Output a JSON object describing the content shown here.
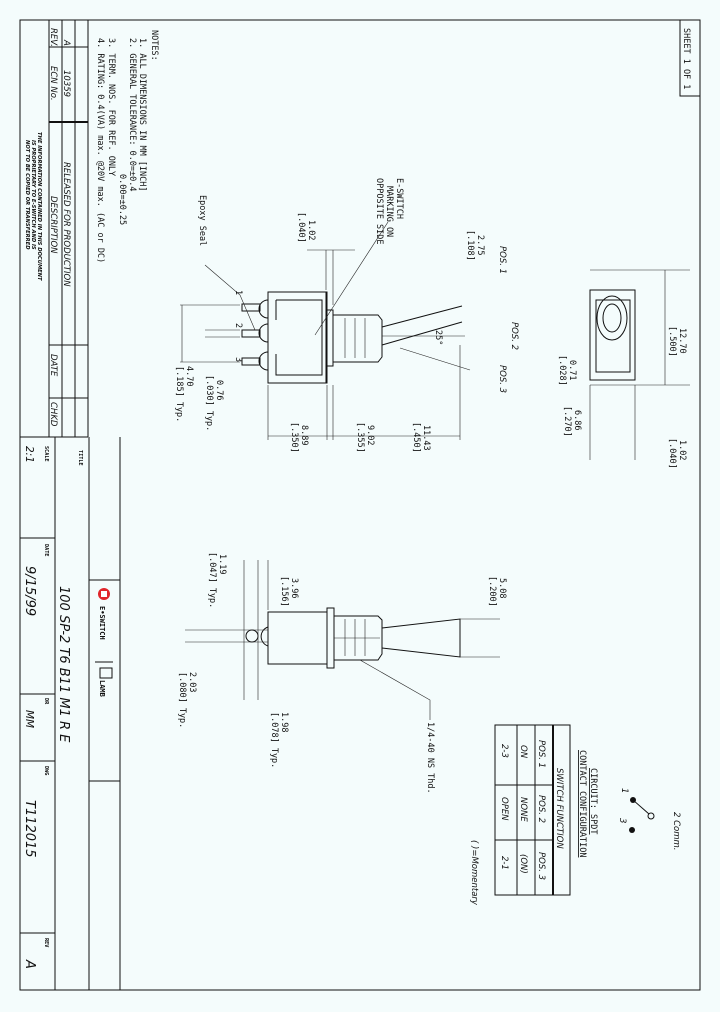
{
  "sheet": "SHEET 1 OF 1",
  "notes": {
    "heading": "NOTES:",
    "items": [
      "1. ALL DIMENSIONS IN MM [INCH]",
      "2. GENERAL TOLERANCE: 0.0=±0.4",
      "0.00=±0.25",
      "3. TERM. NOS. FOR REF. ONLY",
      "4. RATING: 0.4(VA) max. @20V max. (AC or DC)"
    ]
  },
  "revision_table": {
    "headers": {
      "rev": "REV.",
      "ecn": "ECN No.",
      "description": "DESCRIPTION",
      "date": "DATE",
      "chkd": "CHKD"
    },
    "rows": [
      {
        "rev": "A",
        "ecn": "10359",
        "description": "RELEASED FOR PRODUCTION",
        "date": "",
        "chkd": ""
      }
    ],
    "proprietary": [
      "THE INFORMATION CONTAINED IN THIS DOCUMENT",
      "IS PROPRIETARY TO E-SWITCH AND IS",
      "NOT TO BE COPIED OR TRANSFERRED"
    ]
  },
  "title_block": {
    "title_label": "TITLE",
    "title": "100 SP-2 T6 B11 M1 R E",
    "scale_label": "SCALE",
    "scale": "2:1",
    "date_label": "DATE",
    "date": "9/15/99",
    "dr_label": "DR",
    "dr": "MM",
    "dwg_label": "DWG",
    "dwg": "T112015",
    "rev_label": "REV",
    "rev": "A",
    "logos": {
      "eswitch": "E•SWITCH",
      "lamb": "LAMB"
    }
  },
  "side_view": {
    "marking": [
      "E-SWITCH",
      "MARKING ON",
      "OPPOSITE SIDE"
    ],
    "epoxy": "Epoxy Seal",
    "pins": [
      "1",
      "2",
      "3"
    ],
    "positions": [
      "POS. 1",
      "POS. 2",
      "POS. 3"
    ],
    "angle": "25°",
    "dims": {
      "d1": [
        "1.02",
        "[.040]"
      ],
      "d2": [
        "2.75",
        "[.108]"
      ],
      "d3": [
        "0.76",
        "[.030] Typ."
      ],
      "d4": [
        "4.70",
        "[.185] Typ."
      ],
      "d5": [
        "8.89",
        "[.350]"
      ],
      "d6": [
        "9.02",
        "[.355]"
      ],
      "d7": [
        "11.43",
        "[.450]"
      ]
    }
  },
  "end_view": {
    "dims": {
      "d1": [
        "0.71",
        "[.028]"
      ],
      "d2": [
        "12.70",
        "[.500]"
      ],
      "d3": [
        "6.86",
        "[.270]"
      ],
      "d4": [
        "1.02",
        "[.040]"
      ]
    }
  },
  "bottom_view": {
    "dims": {
      "d1": [
        "3.96",
        "[.156]"
      ],
      "d2": [
        "1.19",
        "[.047] Typ."
      ],
      "d3": [
        "5.08",
        "[.200]"
      ],
      "d4": [
        "2.03",
        "[.080] Typ."
      ],
      "d5": [
        "1.98",
        "[.078] Typ."
      ]
    },
    "thread": "1/4-40 NS Thd."
  },
  "circuit": {
    "title": "CIRCUIT: SPDT",
    "subtitle": "CONTACT CONFIGURATION",
    "comm": "2 Comm.",
    "t1": "1",
    "t3": "3",
    "table_header": "SWITCH FUNCTION",
    "rows": [
      [
        "POS. 1",
        "POS. 2",
        "POS. 3"
      ],
      [
        "ON",
        "NONE",
        "(ON)"
      ],
      [
        "2-3",
        "OPEN",
        "2-1"
      ]
    ],
    "legend": "( )=Momentary"
  },
  "colors": {
    "background": "#f4fcfc",
    "line": "#111111",
    "logo_red": "#e0262b"
  }
}
